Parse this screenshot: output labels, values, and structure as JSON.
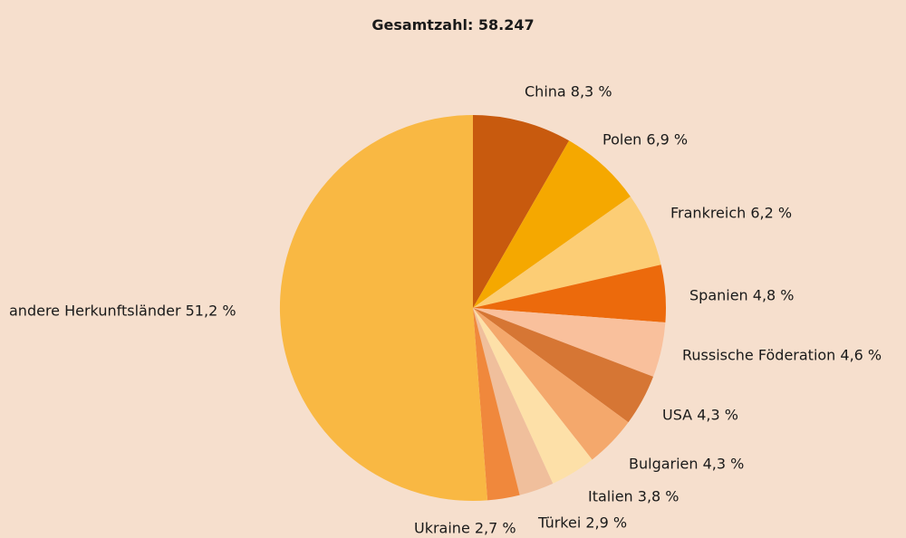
{
  "chart_data": {
    "type": "pie",
    "title": "Gesamtzahl: 58.247",
    "slices": [
      {
        "label": "China",
        "value": 8.3,
        "display": "8,3 %",
        "color": "#c85a0e"
      },
      {
        "label": "Polen",
        "value": 6.9,
        "display": "6,9 %",
        "color": "#f5a800"
      },
      {
        "label": "Frankreich",
        "value": 6.2,
        "display": "6,2 %",
        "color": "#fccd75"
      },
      {
        "label": "Spanien",
        "value": 4.8,
        "display": "4,8 %",
        "color": "#ec6a0c"
      },
      {
        "label": "Russische Föderation",
        "value": 4.6,
        "display": "4,6 %",
        "color": "#f9c09c"
      },
      {
        "label": "USA",
        "value": 4.3,
        "display": "4,3 %",
        "color": "#d67634"
      },
      {
        "label": "Bulgarien",
        "value": 4.3,
        "display": "4,3 %",
        "color": "#f4a86c"
      },
      {
        "label": "Italien",
        "value": 3.8,
        "display": "3,8 %",
        "color": "#fde0a8"
      },
      {
        "label": "Türkei",
        "value": 2.9,
        "display": "2,9 %",
        "color": "#f0bf9c"
      },
      {
        "label": "Ukraine",
        "value": 2.7,
        "display": "2,7 %",
        "color": "#f0883c"
      },
      {
        "label": "andere Herkunftsländer",
        "value": 51.2,
        "display": "51,2 %",
        "color": "#f9b843"
      }
    ]
  }
}
